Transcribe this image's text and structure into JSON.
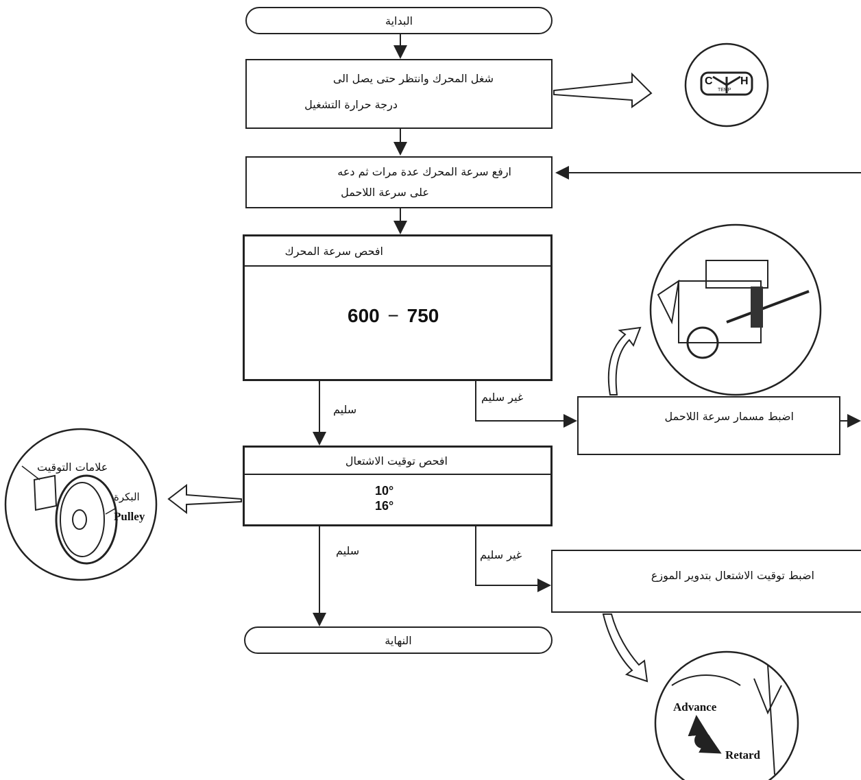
{
  "start": "البداية",
  "end": "النهاية",
  "step_warmup": {
    "line1": "شغل المحرك وانتظر حتى يصل الى",
    "line2": "درجة حرارة التشغيل"
  },
  "step_rev": {
    "line1": "ارفع سرعة المحرك عدة مرات ثم دعه",
    "line2": "على سرعة اللاحمل"
  },
  "check_speed": {
    "title": "افحص سرعة المحرك",
    "value_low": "600",
    "value_high": "750"
  },
  "check_timing": {
    "title": "افحص توقيت الاشتعال",
    "value1": "10°",
    "value2": "16°"
  },
  "adjust_idle": "اضبط مسمار سرعة اللاحمل",
  "adjust_timing": "اضبط توقيت الاشتعال بتدوير الموزع",
  "label_ok": "سليم",
  "label_not_ok": "غير سليم",
  "gauge": {
    "left": "C",
    "right": "H",
    "center": "TEMP"
  },
  "pulley_callout": {
    "marks_label": "علامات التوقيت",
    "pulley_ar": "البكرة",
    "pulley_en": "Pulley"
  },
  "distributor_callout": {
    "advance": "Advance",
    "retard": "Retard"
  }
}
